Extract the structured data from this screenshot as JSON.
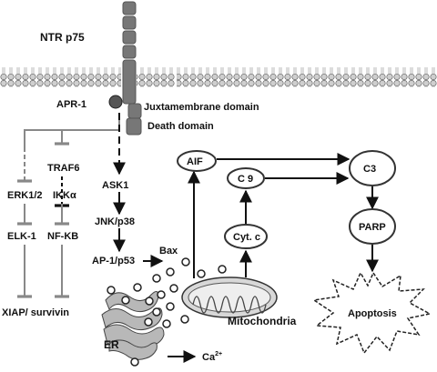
{
  "diagram": {
    "receptor": {
      "label": "NTR p75"
    },
    "domains": {
      "juxtamembrane": "Juxtamembrane domain",
      "death": "Death domain"
    },
    "nodes": {
      "apr1": "APR-1",
      "traf6": "TRAF6",
      "ask1": "ASK1",
      "jnk": "JNK/p38",
      "ap1": "AP-1/p53",
      "erk": "ERK1/2",
      "ikk": "IKKα",
      "elk1": "ELK-1",
      "nfkb": "NF-KB",
      "xiap": "XIAP/ survivin",
      "bax": "Bax",
      "aif": "AIF",
      "c9": "C 9",
      "cytc": "Cyt. c",
      "c3": "C3",
      "parp": "PARP",
      "apoptosis": "Apoptosis",
      "mito": "Mitochondria",
      "er": "ER",
      "ca": "Ca",
      "ca_sup": "2+"
    },
    "colors": {
      "line": "#111111",
      "grey": "#808080",
      "receptor": "#777777",
      "node_fill": "#ffffff"
    }
  }
}
